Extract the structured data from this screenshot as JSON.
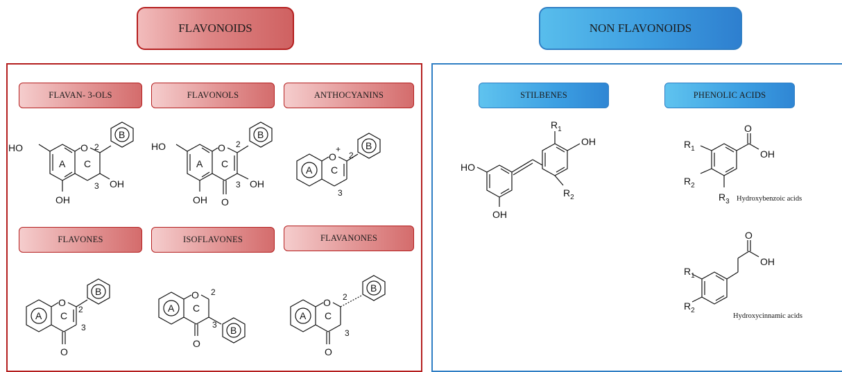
{
  "headers": {
    "flavonoids": "FLAVONOIDS",
    "non_flavonoids": "NON FLAVONOIDS"
  },
  "flavonoid_classes": {
    "flavan_3_ols": "FLAVAN- 3-OLS",
    "flavonols": "FLAVONOLS",
    "anthocyanins": "ANTHOCYANINS",
    "flavones": "FLAVONES",
    "isoflavones": "ISOFLAVONES",
    "flavanones": "FLAVANONES"
  },
  "non_flavonoid_classes": {
    "stilbenes": "STILBENES",
    "phenolic_acids": "PHENOLIC ACIDS"
  },
  "structure_labels": {
    "ring_a": "A",
    "ring_b": "B",
    "ring_c": "C",
    "oxygen": "O",
    "hydroxyl": "OH",
    "hydroxyl_left": "HO",
    "carbonyl_o": "O",
    "position_2": "2",
    "position_3": "3",
    "plus": "+",
    "r": "R",
    "sub_1": "1",
    "sub_2": "2",
    "sub_3": "3"
  },
  "captions": {
    "hydroxybenzoic": "Hydroxybenzoic acids",
    "hydroxycinnamic": "Hydroxycinnamic acids"
  },
  "colors": {
    "flavonoid_border": "#b41e1e",
    "non_flavonoid_border": "#2f7ec4"
  }
}
